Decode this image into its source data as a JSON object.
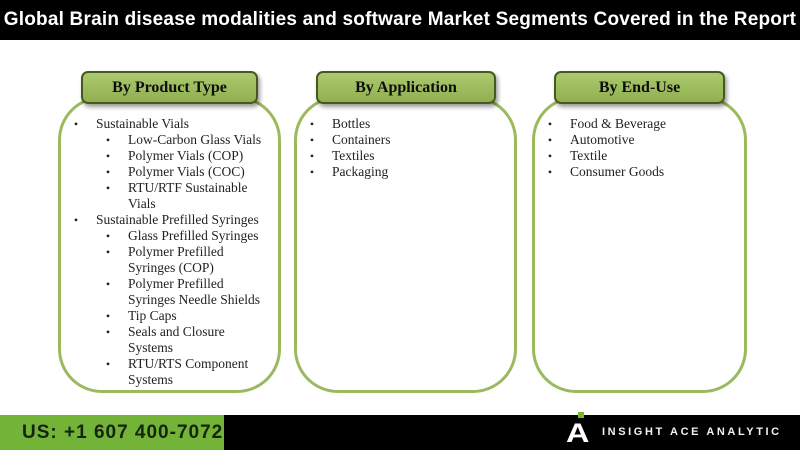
{
  "header": {
    "title": "Global Brain disease modalities and software Market Segments Covered in the Report"
  },
  "colors": {
    "header_bg": "#000000",
    "box_border_green": "#9bba5d",
    "tab_fill_green": "#9cbb59",
    "tab_border_green": "#46581e",
    "footer_green": "#72b338",
    "footer_bg": "#000000",
    "text_dark": "#222222",
    "text_white": "#ffffff",
    "logo_dot_green": "#76b82a"
  },
  "boxes": [
    {
      "title": "By Product Type",
      "items": [
        {
          "level": 1,
          "text": "Sustainable Vials"
        },
        {
          "level": 2,
          "text": "Low-Carbon Glass Vials"
        },
        {
          "level": 2,
          "text": "Polymer Vials (COP)"
        },
        {
          "level": 2,
          "text": "Polymer Vials (COC)"
        },
        {
          "level": 2,
          "text": "RTU/RTF Sustainable\nVials"
        },
        {
          "level": 1,
          "text": "Sustainable Prefilled Syringes"
        },
        {
          "level": 2,
          "text": "Glass Prefilled Syringes"
        },
        {
          "level": 2,
          "text": "Polymer Prefilled\nSyringes (COP)"
        },
        {
          "level": 2,
          "text": "Polymer Prefilled\nSyringes Needle Shields"
        },
        {
          "level": 2,
          "text": "Tip Caps"
        },
        {
          "level": 2,
          "text": "Seals and Closure\nSystems"
        },
        {
          "level": 2,
          "text": "RTU/RTS Component\nSystems"
        }
      ]
    },
    {
      "title": "By Application",
      "items": [
        {
          "level": 1,
          "text": "Bottles"
        },
        {
          "level": 1,
          "text": "Containers"
        },
        {
          "level": 1,
          "text": "Textiles"
        },
        {
          "level": 1,
          "text": "Packaging"
        }
      ]
    },
    {
      "title": "By End-Use",
      "items": [
        {
          "level": 1,
          "text": "Food & Beverage"
        },
        {
          "level": 1,
          "text": "Automotive"
        },
        {
          "level": 1,
          "text": "Textile"
        },
        {
          "level": 1,
          "text": "Consumer Goods"
        }
      ]
    }
  ],
  "footer": {
    "phone": "US: +1 607 400-7072",
    "brand": "INSIGHT ACE ANALYTIC",
    "logo_letter": "A"
  }
}
